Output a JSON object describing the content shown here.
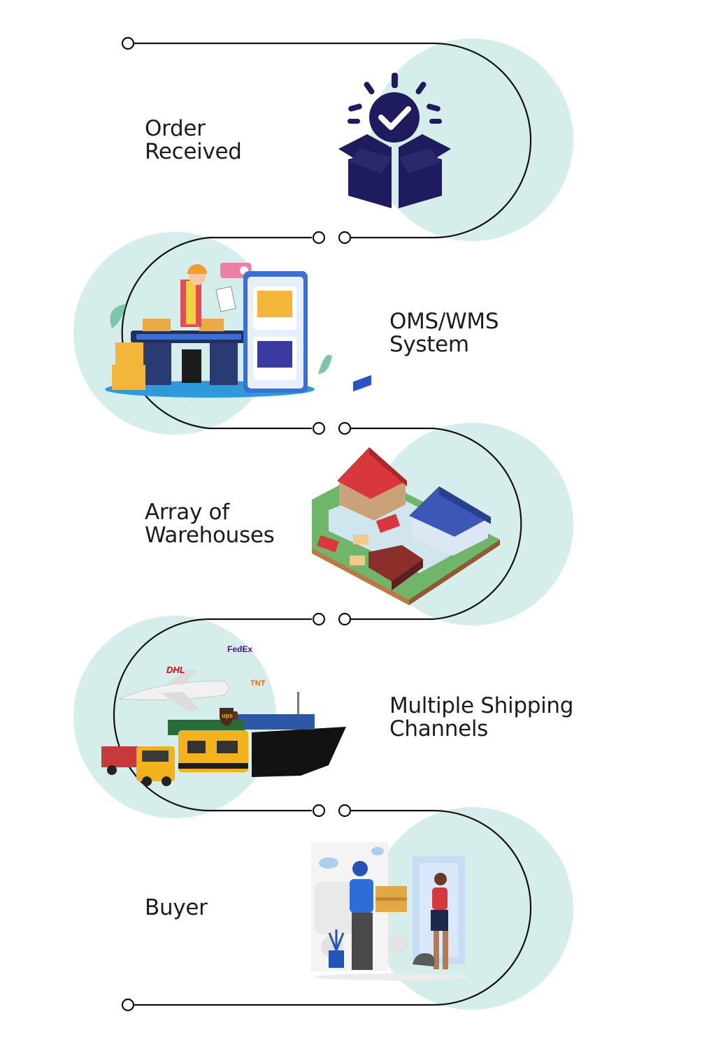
{
  "colors": {
    "line": "#111111",
    "circle_bg": "#d6eeeb",
    "navy": "#1e1b5e",
    "text": "#1c1c1c"
  },
  "steps": [
    {
      "id": "order-received",
      "line1": "Order",
      "line2": "Received",
      "icon": "open-box-checkmark-icon"
    },
    {
      "id": "oms-wms",
      "line1": "OMS/WMS",
      "line2": "System",
      "icon": "worker-conveyor-tablet-illustration"
    },
    {
      "id": "warehouses",
      "line1": "Array of",
      "line2": "Warehouses",
      "icon": "isometric-warehouses-illustration"
    },
    {
      "id": "shipping",
      "line1": "Multiple Shipping",
      "line2": "Channels",
      "icon": "plane-ship-truck-train-illustration"
    },
    {
      "id": "buyer",
      "line1": "Buyer",
      "line2": "",
      "icon": "courier-delivery-illustration"
    }
  ],
  "carriers": {
    "fedex": "FedEx",
    "dhl": "DHL",
    "tnt": "TNT",
    "ups": "ups"
  }
}
